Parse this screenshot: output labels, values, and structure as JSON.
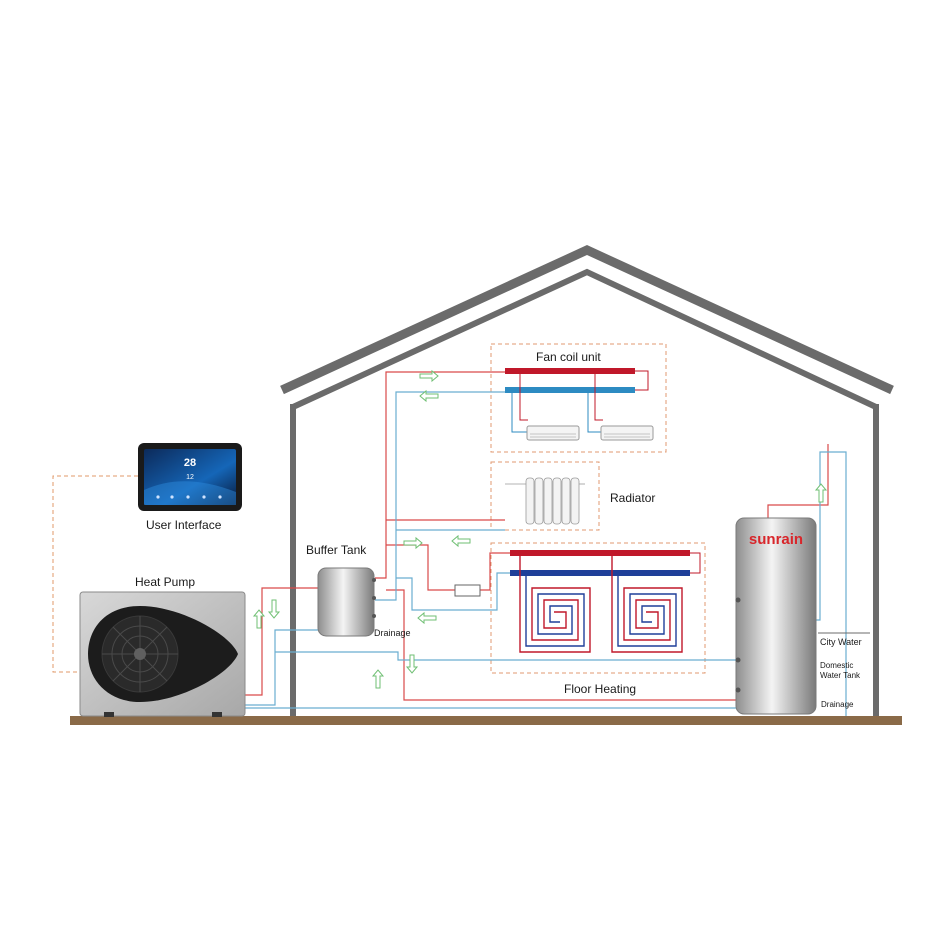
{
  "labels": {
    "fan_coil_unit": "Fan coil unit",
    "radiator": "Radiator",
    "floor_heating": "Floor Heating",
    "buffer_tank": "Buffer Tank",
    "drainage_buffer": "Drainage",
    "user_interface": "User Interface",
    "heat_pump": "Heat Pump",
    "city_water": "City Water",
    "domestic_water_tank": "Domestic Water Tank",
    "drainage_tank": "Drainage"
  },
  "brand": {
    "name": "sunrain",
    "color": "#d8262b"
  },
  "user_interface_screen": {
    "main_reading": "28",
    "secondary_reading": "12"
  },
  "colors": {
    "hot_pipe": "#d94a4a",
    "cold_pipe": "#6aaed0",
    "manifold_hot": "#c0182a",
    "manifold_cold": "#1f3f99",
    "control_wire": "#e19a6a",
    "house_outline": "#6b6b6b",
    "ground": "#8a6a48"
  }
}
